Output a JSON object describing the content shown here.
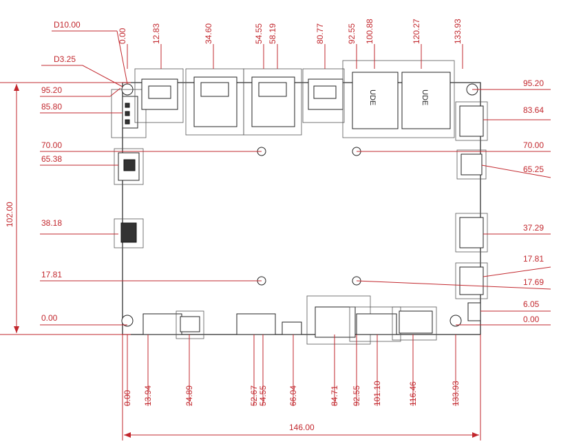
{
  "diagram": {
    "top_labels": [
      "0.00",
      "12.83",
      "34.60",
      "54.55",
      "58.19",
      "80.77",
      "92.55",
      "100.88",
      "120.27",
      "133.93"
    ],
    "bottom_labels": [
      "0.00",
      "13.94",
      "24.89",
      "52.67",
      "54.55",
      "66.04",
      "84.71",
      "92.55",
      "101.10",
      "116.46",
      "133.93"
    ],
    "left_labels": [
      "D10.00",
      "D3.25",
      "95.20",
      "85.80",
      "70.00",
      "65.38",
      "38.18",
      "17.81",
      "0.00"
    ],
    "right_labels": [
      "95.20",
      "83.64",
      "70.00",
      "65.25",
      "37.29",
      "17.81",
      "17.69",
      "6.05",
      "0.00"
    ],
    "overall_width": "146.00",
    "overall_height": "102.00",
    "port_text": [
      "UDE",
      "UDE"
    ]
  }
}
